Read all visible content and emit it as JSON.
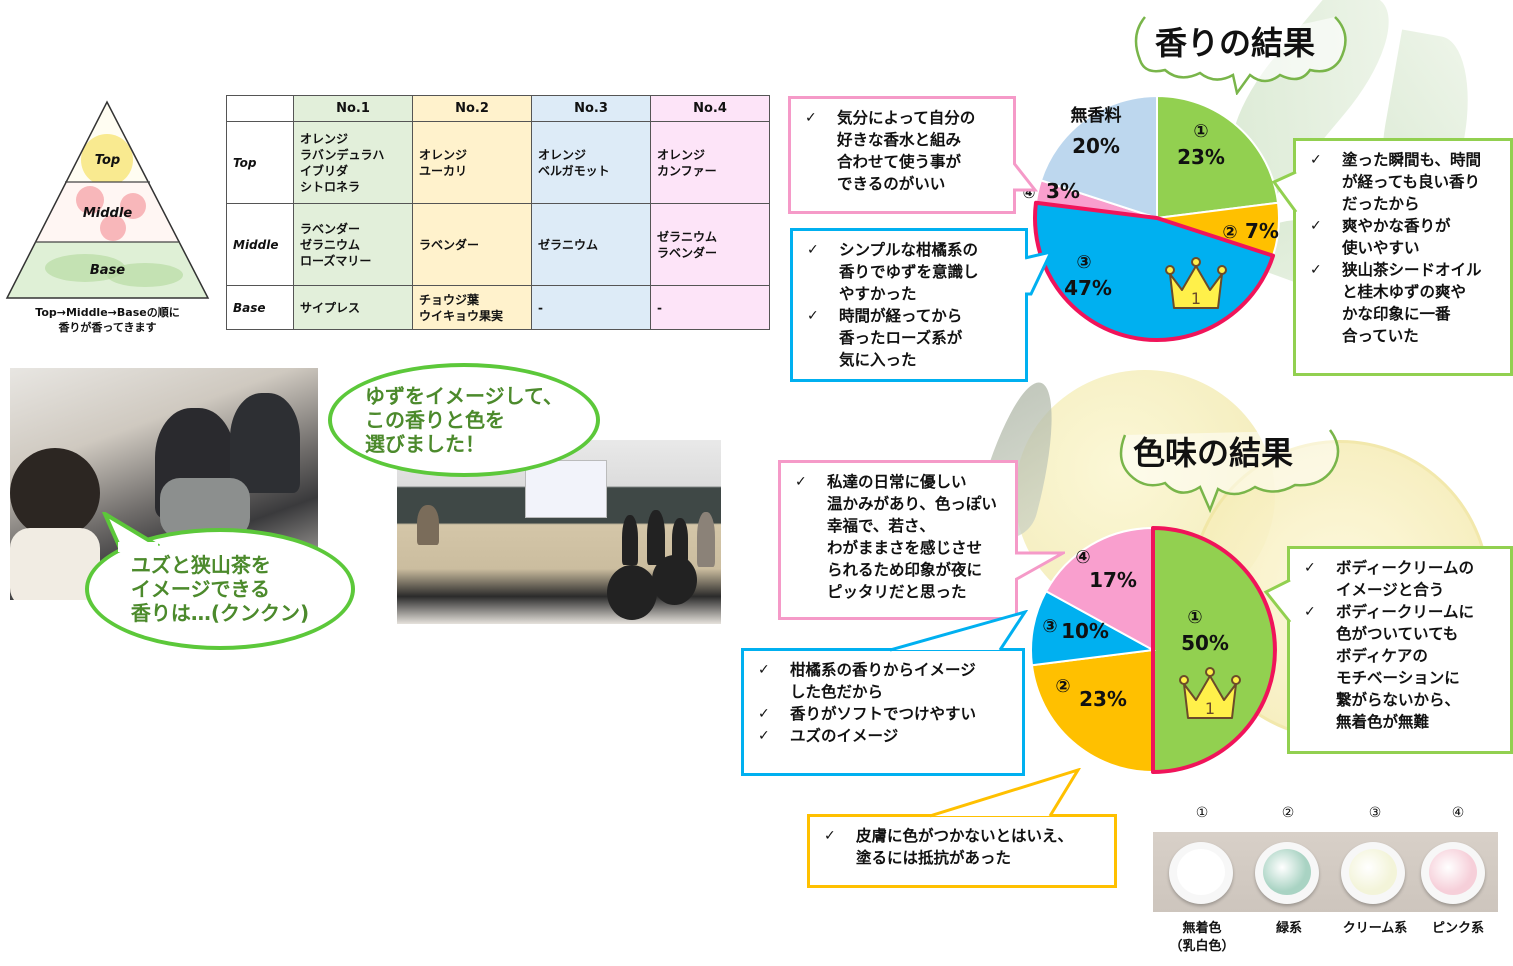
{
  "pyramid": {
    "levels": [
      "Top",
      "Middle",
      "Base"
    ],
    "caption": [
      "Top→Middle→Baseの順に",
      "香りが香ってきます"
    ]
  },
  "table": {
    "headers": [
      "",
      "No.1",
      "No.2",
      "No.3",
      "No.4"
    ],
    "header_colors": [
      "#ffffff",
      "#e2efda",
      "#fff2cc",
      "#ddebf7",
      "#fde4f8"
    ],
    "rows": [
      {
        "label": "Top",
        "cells": [
          [
            "オレンジ",
            "ラバンデュラハ",
            "イブリダ",
            "シトロネラ"
          ],
          [
            "オレンジ",
            "ユーカリ"
          ],
          [
            "オレンジ",
            "ベルガモット"
          ],
          [
            "オレンジ",
            "カンファー"
          ]
        ]
      },
      {
        "label": "Middle",
        "cells": [
          [
            "ラベンダー",
            "ゼラニウム",
            "ローズマリー"
          ],
          [
            "ラベンダー"
          ],
          [
            "ゼラニウム"
          ],
          [
            "ゼラニウム",
            "ラベンダー"
          ]
        ]
      },
      {
        "label": "Base",
        "cells": [
          [
            "サイプレス"
          ],
          [
            "チョウジ葉",
            "ウイキョウ果実"
          ],
          [
            "-"
          ],
          [
            "-"
          ]
        ]
      }
    ]
  },
  "photos": {
    "bubble1": [
      "ユズと狭山茶を",
      "イメージできる",
      "香りは…(クンクン)"
    ],
    "bubble2": [
      "ゆずをイメージして、",
      "この香りと色を",
      "選びました！"
    ]
  },
  "scent": {
    "title": "香りの結果",
    "comments": {
      "pink": [
        [
          "気分によって自分の",
          "好きな香水と組み",
          "合わせて使う事が",
          "できるのがいい"
        ]
      ],
      "blue": [
        [
          "シンプルな柑橘系の",
          "香りでゆずを意識し",
          "やすかった"
        ],
        [
          "時間が経ってから",
          "香ったローズ系が",
          "気に入った"
        ]
      ],
      "green": [
        [
          "塗った瞬間も、時間",
          "が経っても良い香り",
          "だったから"
        ],
        [
          "爽やかな香りが",
          "使いやすい"
        ],
        [
          "狭山茶シードオイル",
          "と桂木ゆずの爽や",
          "かな印象に一番",
          "合っていた"
        ]
      ]
    }
  },
  "color": {
    "title": "色味の結果",
    "comments": {
      "pink": [
        [
          "私達の日常に優しい",
          "温かみがあり、色っぽい",
          "幸福で、若さ、",
          "わがままさを感じさせ",
          "られるため印象が夜に",
          "ピッタリだと思った"
        ]
      ],
      "blue": [
        [
          "柑橘系の香りからイメージ",
          "した色だから"
        ],
        [
          "香りがソフトでつけやすい"
        ],
        [
          "ユズのイメージ"
        ]
      ],
      "green": [
        [
          "ボディークリームの",
          "イメージと合う"
        ],
        [
          "ボディークリームに",
          "色がついていても",
          "ボディケアの",
          "モチベーションに",
          "繋がらないから、",
          "無着色が無難"
        ]
      ],
      "yellow": [
        [
          "皮膚に色がつかないとはいえ、",
          "塗るには抵抗があった"
        ]
      ]
    }
  },
  "check_mark": "✓",
  "creams": {
    "numbers": [
      "①",
      "②",
      "③",
      "④"
    ],
    "labels": [
      [
        "無着色",
        "（乳白色）"
      ],
      [
        "緑系"
      ],
      [
        "クリーム系"
      ],
      [
        "ピンク系"
      ]
    ],
    "colors": [
      "#ffffff",
      "#a9d3c3",
      "#f3f4d9",
      "#f6cfd9"
    ]
  },
  "chart_data": [
    {
      "type": "pie",
      "title": "香りの結果",
      "categories": [
        "①",
        "②",
        "③",
        "④",
        "無香料"
      ],
      "values": [
        23,
        7,
        47,
        3,
        20
      ],
      "labels": [
        "① 23%",
        "② 7%",
        "③ 47%",
        "④ 3%",
        "無香料 20%"
      ],
      "colors": [
        "#92d050",
        "#ffc000",
        "#00b0f0",
        "#f99fce",
        "#bdd7ee"
      ],
      "highlight": "③",
      "highlight_color": "#f0145a",
      "annotation": "1"
    },
    {
      "type": "pie",
      "title": "色味の結果",
      "categories": [
        "①",
        "②",
        "③",
        "④"
      ],
      "values": [
        50,
        23,
        10,
        17
      ],
      "labels": [
        "① 50%",
        "② 23%",
        "③ 10%",
        "④ 17%"
      ],
      "colors": [
        "#92d050",
        "#ffc000",
        "#00b0f0",
        "#f99fce"
      ],
      "highlight": "①",
      "highlight_color": "#f0145a",
      "annotation": "1"
    }
  ]
}
